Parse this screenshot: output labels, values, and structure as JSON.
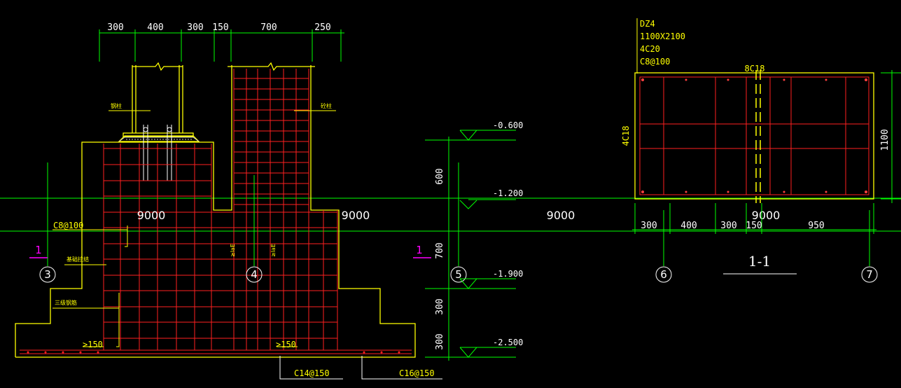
{
  "top_dims": [
    "300",
    "400",
    "300",
    "150",
    "700",
    "250"
  ],
  "axis_labels": [
    "9000",
    "9000",
    "9000",
    "9000"
  ],
  "grid_bubbles": [
    "3",
    "4",
    "5",
    "6",
    "7"
  ],
  "section_marks": [
    "1",
    "1"
  ],
  "section_title": "1-1",
  "levels": [
    "-0.600",
    "-1.200",
    "-1.900",
    "-2.500"
  ],
  "vert_dims": [
    "600",
    "700",
    "300",
    "300"
  ],
  "rebar_labels": {
    "stirrup": "C8@100",
    "bottom_left": "C14@150",
    "bottom_right": "C16@150",
    "lap_left": ">150",
    "lap_right": ">150",
    "anchor_a": "≥laE",
    "anchor_b": "≥laE"
  },
  "small_notes": [
    "钢柱",
    "基础拉结",
    "三级钢筋",
    "砼柱"
  ],
  "column_tag": {
    "name": "DZ4",
    "size": "1100X2100",
    "main": "4C20",
    "stirrup": "C8@100"
  },
  "section_rebar": {
    "top": "8C18",
    "side": "4C18"
  },
  "section_dims_h": [
    "300",
    "400",
    "300",
    "150",
    "950"
  ],
  "section_dim_v": "1100"
}
